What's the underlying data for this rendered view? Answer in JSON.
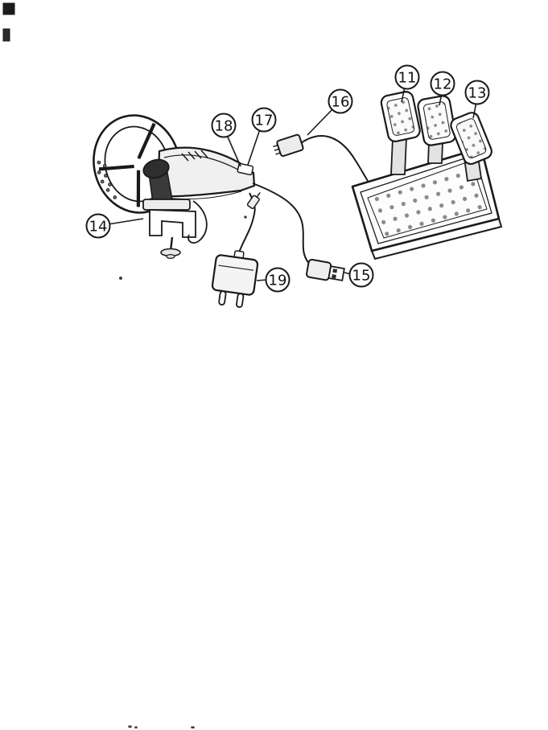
{
  "artwork": {
    "description": "Exploded parts diagram: steering wheel with table clamp, rear connector ports, power adapter with two-prong plug, USB connector, pedal-unit connector cable, and a three-pedal base unit",
    "colors": {
      "ink": "#1a1a1a",
      "paper": "#ffffff",
      "shade": "#f0f0f0",
      "dark": "#3a3a3a",
      "dot": "#8a8a8a"
    }
  },
  "figure": {
    "callouts": [
      {
        "label": "11",
        "points_to": "left-pedal"
      },
      {
        "label": "12",
        "points_to": "middle-pedal"
      },
      {
        "label": "13",
        "points_to": "right-pedal"
      },
      {
        "label": "14",
        "points_to": "wheel-table-clamp"
      },
      {
        "label": "15",
        "points_to": "usb-connector"
      },
      {
        "label": "16",
        "points_to": "pedal-unit-connector"
      },
      {
        "label": "17",
        "points_to": "rear-port-right"
      },
      {
        "label": "18",
        "points_to": "rear-port-left"
      },
      {
        "label": "19",
        "points_to": "power-adapter"
      }
    ]
  }
}
